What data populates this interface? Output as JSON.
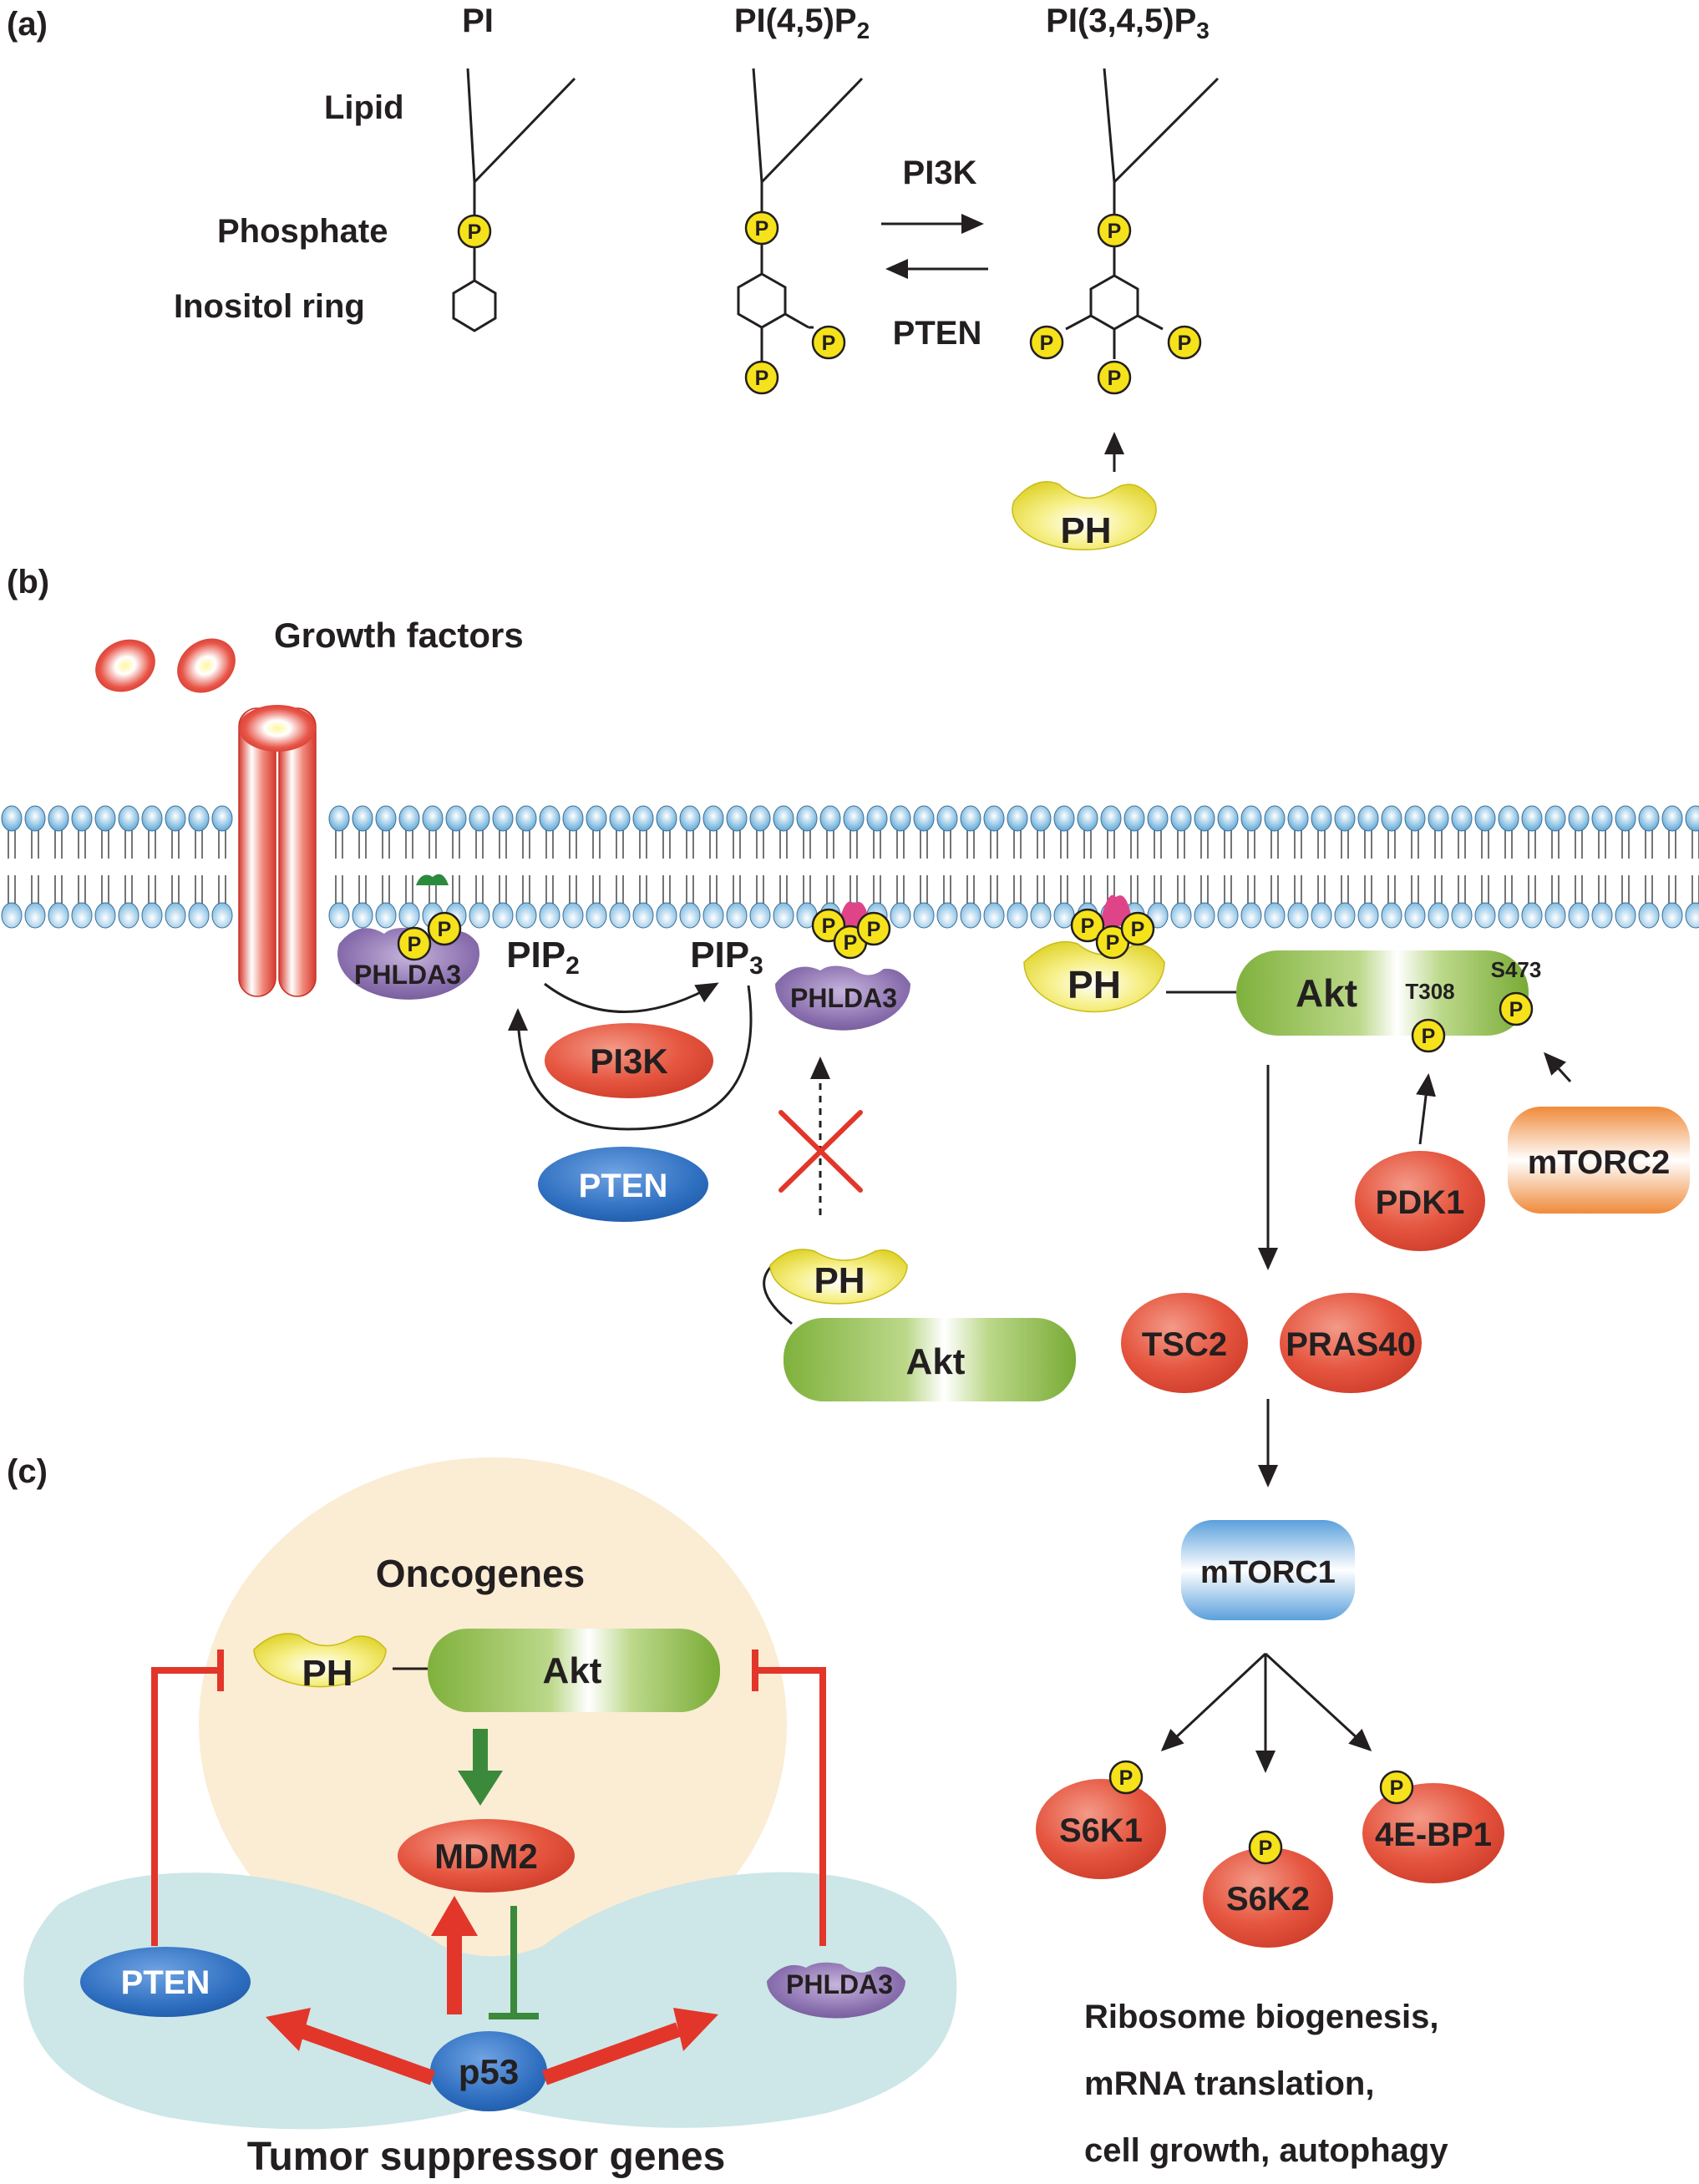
{
  "panel_a": {
    "label": "(a)",
    "species": {
      "pi": "PI",
      "pip2": "PI(4,5)P",
      "pip2_sub": "2",
      "pip3": "PI(3,4,5)P",
      "pip3_sub": "3"
    },
    "legend": {
      "lipid": "Lipid",
      "phosphate": "Phosphate",
      "ring": "Inositol ring"
    },
    "enzymes": {
      "forward": "PI3K",
      "reverse": "PTEN"
    },
    "domain": "PH"
  },
  "panel_b": {
    "label": "(b)",
    "growth_factors": "Growth factors",
    "phlda3_left": "PHLDA3",
    "phlda3_right": "PHLDA3",
    "pip2": "PIP",
    "pip2_sub": "2",
    "pip3": "PIP",
    "pip3_sub": "3",
    "pi3k": "PI3K",
    "pten": "PTEN",
    "ph_bound": "PH",
    "akt_bound": "Akt",
    "t308": "T308",
    "s473": "S473",
    "pdk1": "PDK1",
    "mtorc2": "mTORC2",
    "ph_free": "PH",
    "akt_free": "Akt",
    "tsc2": "TSC2",
    "pras40": "PRAS40",
    "mtorc1": "mTORC1",
    "s6k1": "S6K1",
    "s6k2": "S6K2",
    "ebp1": "4E-BP1",
    "outcomes": [
      "Ribosome biogenesis,",
      "mRNA translation,",
      "cell growth, autophagy"
    ]
  },
  "panel_c": {
    "label": "(c)",
    "oncogenes": "Oncogenes",
    "ph": "PH",
    "akt": "Akt",
    "mdm2": "MDM2",
    "pten": "PTEN",
    "phlda3": "PHLDA3",
    "p53": "p53",
    "tumor_suppressors": "Tumor suppressor genes"
  },
  "phospho_label": "P",
  "colors": {
    "phosphate": "#f5e21a",
    "red_protein": "#e5553f",
    "pten_blue": "#2f6fc0",
    "phlda3_purple": "#8a6fae",
    "akt_green": "#7fb13c",
    "ph_yellow": "#e6dc2a",
    "mtorc1_blue": "#5aa0dc",
    "mtorc2_orange": "#ef8a3a",
    "inhibit_red": "#e2362a",
    "activate_green": "#3b8a3b",
    "oncogene_bg": "#fbecd4",
    "suppressor_bg": "#cde6e8"
  }
}
